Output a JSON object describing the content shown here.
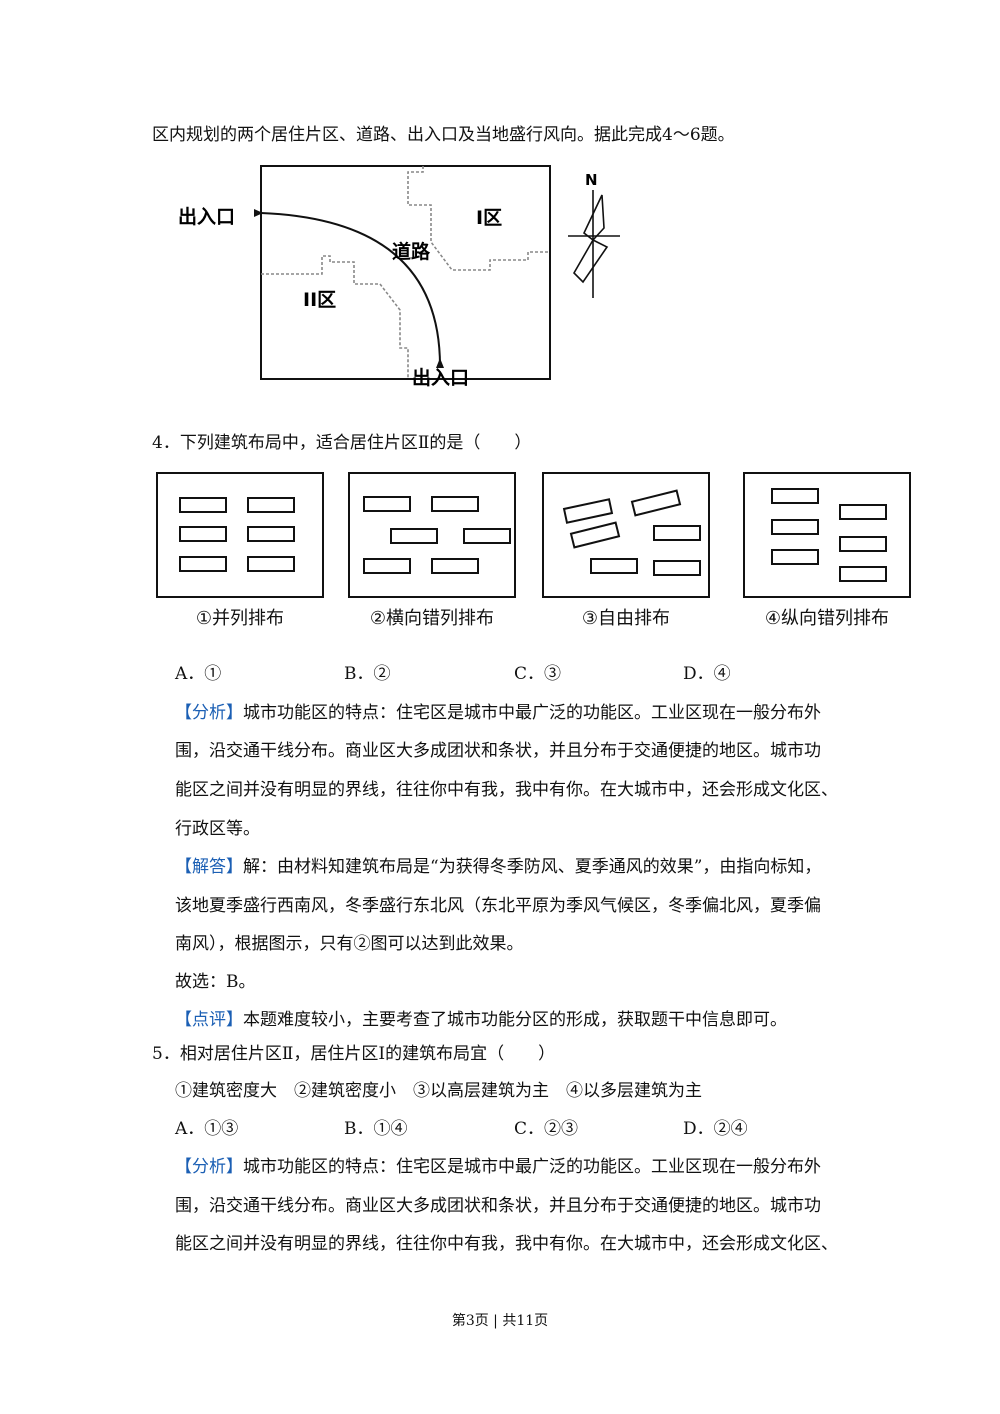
{
  "intro_line": "区内规划的两个居住片区、道路、出入口及当地盛行风向。据此完成4～6题。",
  "map": {
    "entrance_left": "出入口",
    "entrance_bottom": "出入口",
    "road": "道路",
    "zone1": "I区",
    "zone2": "II区",
    "north": "N"
  },
  "q4": {
    "stem": "4．下列建筑布局中，适合居住片区Ⅱ的是（　　）",
    "layouts": [
      "①并列排布",
      "②横向错列排布",
      "③自由排布",
      "④纵向错列排布"
    ],
    "options": [
      "A．①",
      "B．②",
      "C．③",
      "D．④"
    ],
    "analysis_tag": "【分析】",
    "analysis": [
      "城市功能区的特点：住宅区是城市中最广泛的功能区。工业区现在一般分布外",
      "围，沿交通干线分布。商业区大多成团状和条状，并且分布于交通便捷的地区。城市功",
      "能区之间并没有明显的界线，往往你中有我，我中有你。在大城市中，还会形成文化区、",
      "行政区等。"
    ],
    "answer_tag": "【解答】",
    "answer": [
      "解：由材料知建筑布局是“为获得冬季防风、夏季通风的效果”，由指向标知，",
      "该地夏季盛行西南风，冬季盛行东北风（东北平原为季风气候区，冬季偏北风，夏季偏",
      "南风），根据图示，只有②图可以达到此效果。",
      "故选：B。"
    ],
    "comment_tag": "【点评】",
    "comment": "本题难度较小，主要考查了城市功能分区的形成，获取题干中信息即可。"
  },
  "q5": {
    "stem": "5．相对居住片区Ⅱ，居住片区Ⅰ的建筑布局宜（　　）",
    "choices": "①建筑密度大　②建筑密度小　③以高层建筑为主　④以多层建筑为主",
    "options": [
      "A．①③",
      "B．①④",
      "C．②③",
      "D．②④"
    ],
    "analysis_tag": "【分析】",
    "analysis": [
      "城市功能区的特点：住宅区是城市中最广泛的功能区。工业区现在一般分布外",
      "围，沿交通干线分布。商业区大多成团状和条状，并且分布于交通便捷的地区。城市功",
      "能区之间并没有明显的界线，往往你中有我，我中有你。在大城市中，还会形成文化区、"
    ]
  },
  "footer": "第3页 | 共11页"
}
